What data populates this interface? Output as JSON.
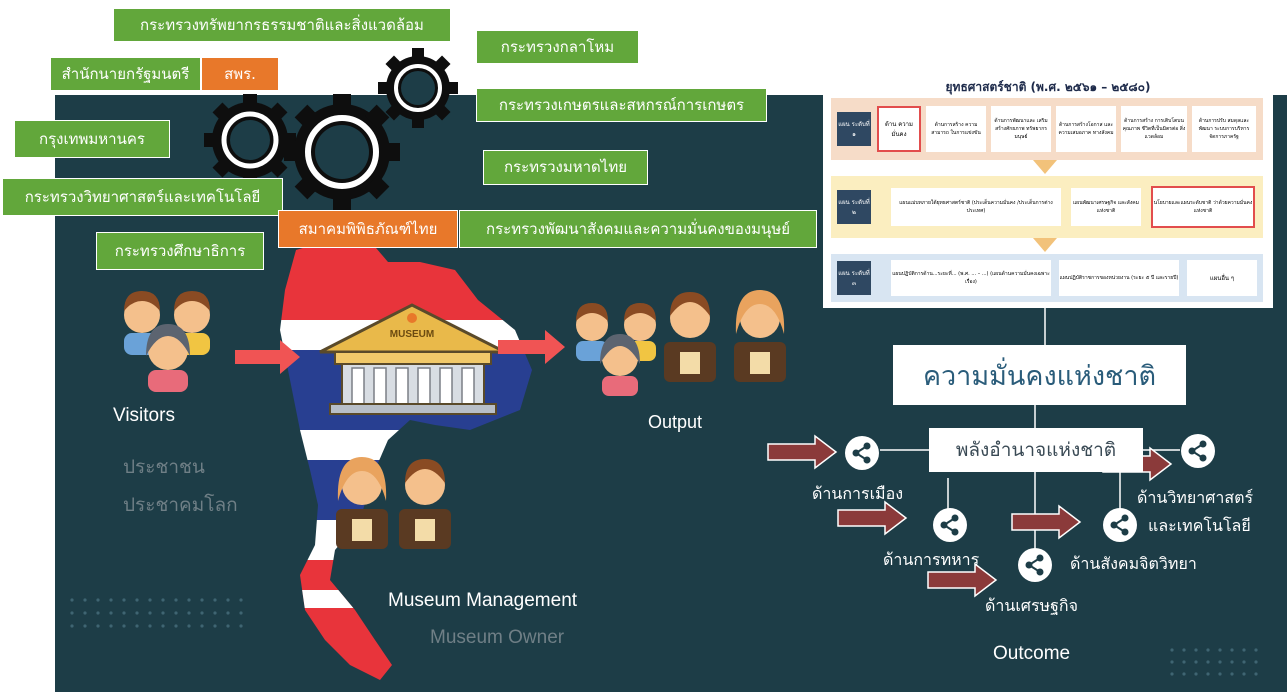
{
  "ministries": {
    "resources": "กระทรวงทรัพยากรธรรมชาติและสิ่งแวดล้อม",
    "pm_office": "สำนักนายกรัฐมนตรี",
    "nrct": "สพร.",
    "defence": "กระทรวงกลาโหม",
    "agriculture": "กระทรวงเกษตรและสหกรณ์การเกษตร",
    "bangkok": "กรุงเทพมหานคร",
    "interior": "กระทรวงมหาดไทย",
    "science": "กระทรวงวิทยาศาสตร์และเทคโนโลยี",
    "museum_assoc": "สมาคมพิพิธภัณฑ์ไทย",
    "social": "กระทรวงพัฒนาสังคมและความมั่นคงของมนุษย์",
    "education": "กระทรวงศึกษาธิการ"
  },
  "visitors": {
    "title": "Visitors",
    "line1": "ประชาชน",
    "line2": "ประชาคมโลก"
  },
  "museum": {
    "sign": "MUSEUM",
    "management": "Museum Management",
    "owner": "Museum Owner"
  },
  "output_label": "Output",
  "outcome_label": "Outcome",
  "strategy": {
    "title": "ยุทธศาสตร์ชาติ (พ.ศ. ๒๕๖๑ – ๒๕๘๐)",
    "row1_label": "แผน ระดับที่ ๑",
    "row1_items": [
      "ด้าน ความมั่นคง",
      "ด้านการสร้าง ความสามารถ ในการแข่งขัน",
      "ด้านการพัฒนาและ เสริมสร้างศักยภาพ ทรัพยากรมนุษย์",
      "ด้านการสร้างโอกาส และความเสมอภาค ทางสังคม",
      "ด้านการสร้าง การเติบโตบนคุณภาพ ชีวิตที่เป็นมิตรต่อ สิ่งแวดล้อม",
      "ด้านการปรับ สมดุลและพัฒนา ระบบการบริหาร จัดการภาครัฐ"
    ],
    "row2_label": "แผน ระดับที่ ๒",
    "row2_items": [
      "แผนแม่บทภายใต้ยุทธศาสตร์ชาติ (ประเด็นความมั่นคง /ประเด็นการต่างประเทศ)",
      "แผนพัฒนาเศรษฐกิจ และสังคมแห่งชาติ",
      "นโยบายและแผนระดับชาติ ว่าด้วยความมั่นคงแห่งชาติ"
    ],
    "row3_label": "แผน ระดับที่ ๓",
    "row3_items": [
      "แผนปฏิบัติการด้าน...ระยะที่... (พ.ศ. ... – ...) (แผนด้านความมั่นคงเฉพาะเรื่อง)",
      "แผนปฏิบัติราชการของหน่วยงาน (ระยะ ๕ ปี และรายปี)",
      "แผนอื่น ๆ"
    ]
  },
  "national_security": "ความมั่นคงแห่งชาติ",
  "national_power": "พลังอำนาจแห่งชาติ",
  "aspects": {
    "politics": "ด้านการเมือง",
    "military": "ด้านการทหาร",
    "economy": "ด้านเศรษฐกิจ",
    "social_psych": "ด้านสังคมจิตวิทยา",
    "science_line1": "ด้านวิทยาศาสตร์",
    "science_line2": "และเทคโนโลยี"
  },
  "colors": {
    "background": "#1d3d47",
    "tag_green": "#62a73b",
    "tag_orange": "#e8782a",
    "arrow_red": "#f05454",
    "flag_red": "#e8343b",
    "flag_blue": "#283f91"
  },
  "icons": [
    "gear-icon",
    "people-icon",
    "museum-building-icon",
    "share-icon",
    "arrow-right-icon"
  ]
}
